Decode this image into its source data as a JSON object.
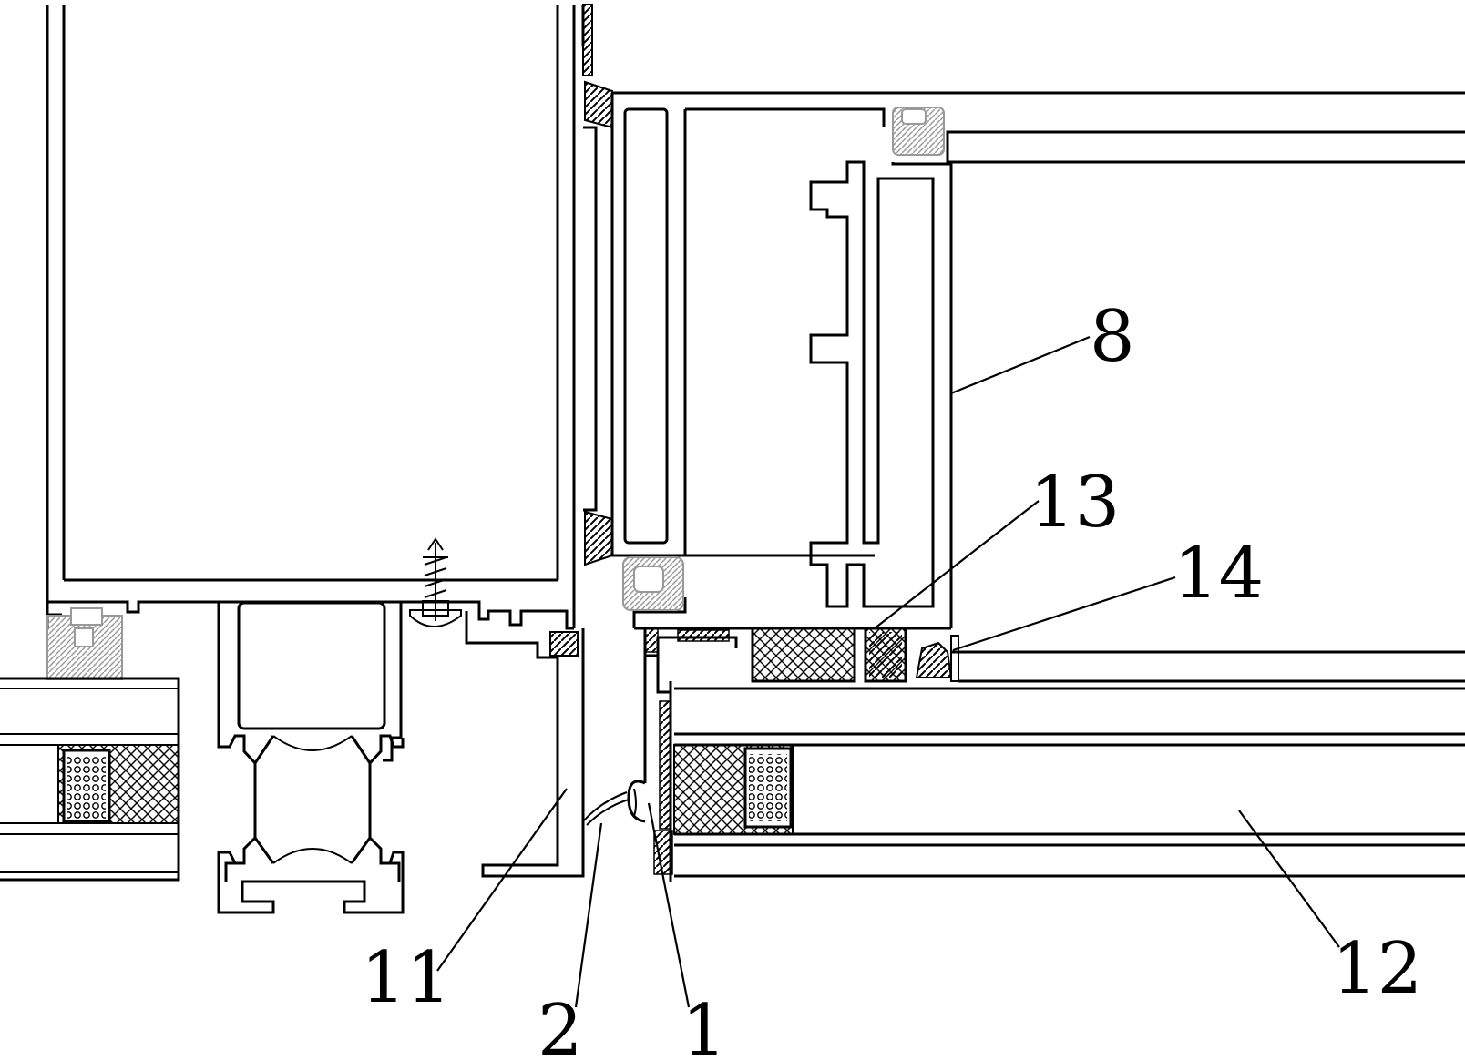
{
  "diagram": {
    "labels": [
      {
        "id": "label-8",
        "text": "8"
      },
      {
        "id": "label-13",
        "text": "13"
      },
      {
        "id": "label-14",
        "text": "14"
      },
      {
        "id": "label-11",
        "text": "11"
      },
      {
        "id": "label-2",
        "text": "2"
      },
      {
        "id": "label-1",
        "text": "1"
      },
      {
        "id": "label-12",
        "text": "12"
      }
    ],
    "colors": {
      "line": "#000000",
      "background": "#ffffff",
      "gasket": "#bdbdbd"
    }
  }
}
